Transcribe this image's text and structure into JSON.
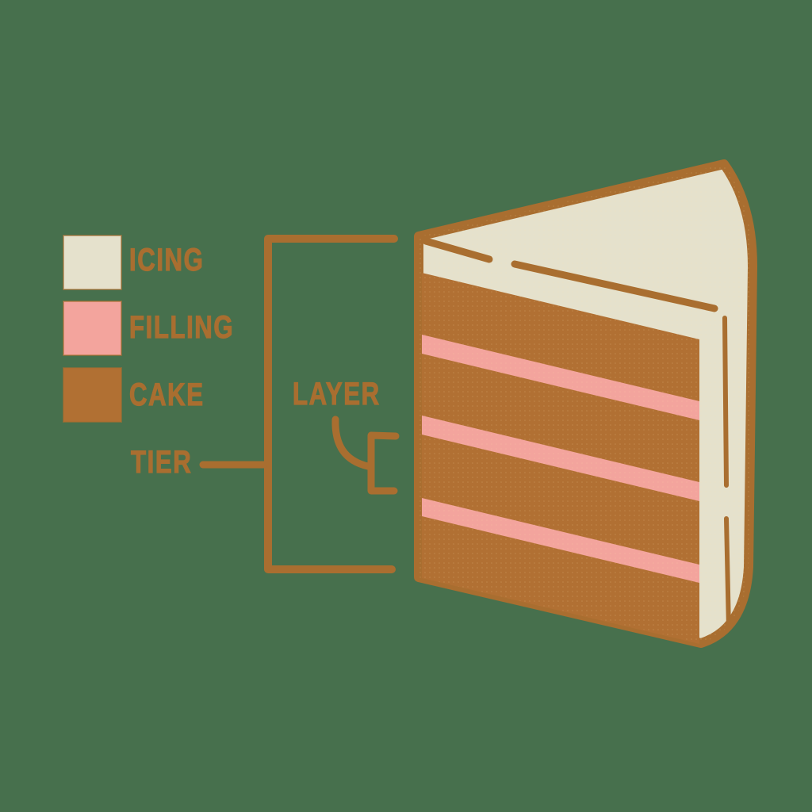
{
  "colors": {
    "background": "#47704D",
    "outline": "#A96E30",
    "label_text": "#A96E30",
    "icing": "#E5E1CC",
    "filling": "#F3A49D",
    "cake": "#B17033"
  },
  "legend": {
    "items": [
      {
        "label": "ICING",
        "color": "#E5E1CC"
      },
      {
        "label": "FILLING",
        "color": "#F3A49D"
      },
      {
        "label": "CAKE",
        "color": "#B17033"
      }
    ]
  },
  "annotations": {
    "tier": {
      "label": "TIER"
    },
    "layer": {
      "label": "LAYER"
    }
  }
}
